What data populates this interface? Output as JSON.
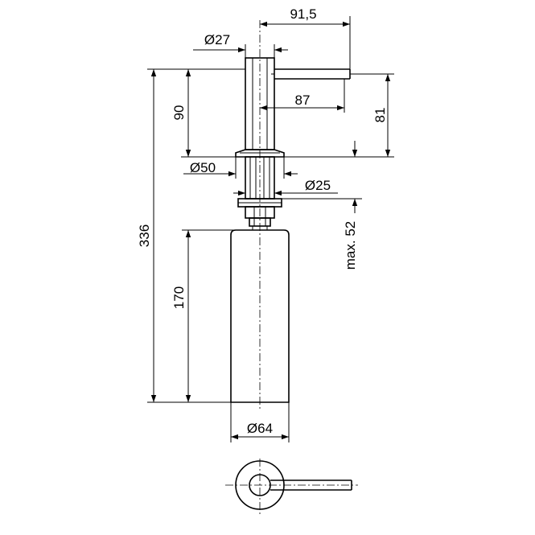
{
  "drawing": {
    "dimensions": {
      "spout_length": "91,5",
      "pump_head_diameter": "Ø27",
      "spout_reach": "87",
      "pump_height": "90",
      "spout_height": "81",
      "flange_diameter": "Ø50",
      "hole_diameter": "Ø25",
      "max_counter_thickness": "max. 52",
      "overall_height": "336",
      "bottle_height": "170",
      "bottle_diameter": "Ø64"
    }
  }
}
